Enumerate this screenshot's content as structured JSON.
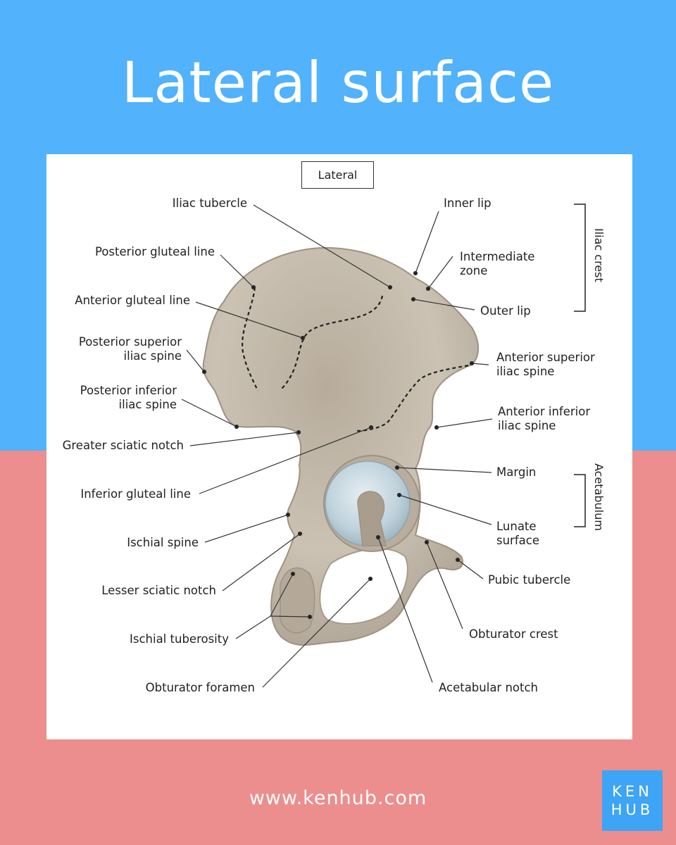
{
  "title": "Lateral surface",
  "view_label": "Lateral",
  "labels": {
    "iliac_tubercle": "Iliac tubercle",
    "posterior_gluteal_line": "Posterior gluteal line",
    "anterior_gluteal_line": "Anterior gluteal line",
    "posterior_superior_iliac_spine": "Posterior superior\niliac spine",
    "posterior_inferior_iliac_spine": "Posterior inferior\niliac spine",
    "greater_sciatic_notch": "Greater sciatic notch",
    "inferior_gluteal_line": "Inferior gluteal line",
    "ischial_spine": "Ischial spine",
    "lesser_sciatic_notch": "Lesser sciatic notch",
    "ischial_tuberosity": "Ischial tuberosity",
    "obturator_foramen": "Obturator foramen",
    "inner_lip": "Inner lip",
    "intermediate_zone": "Intermediate\nzone",
    "outer_lip": "Outer lip",
    "anterior_superior_iliac_spine": "Anterior superior\niliac spine",
    "anterior_inferior_iliac_spine": "Anterior inferior\niliac spine",
    "margin": "Margin",
    "lunate_surface": "Lunate\nsurface",
    "pubic_tubercle": "Pubic tubercle",
    "obturator_crest": "Obturator crest",
    "acetabular_notch": "Acetabular notch"
  },
  "groups": {
    "iliac_crest": "Iliac crest",
    "acetabulum": "Acetabulum"
  },
  "footer": {
    "url": "www.kenhub.com",
    "logo_top": "KEN",
    "logo_bottom": "HUB"
  },
  "colors": {
    "top_background": "#52b2fc",
    "bottom_background": "#ec8e8d",
    "bone": "#c9c0b2",
    "acetabulum_surface": "#b9cdd8",
    "logo_background": "#3ea4f5"
  }
}
